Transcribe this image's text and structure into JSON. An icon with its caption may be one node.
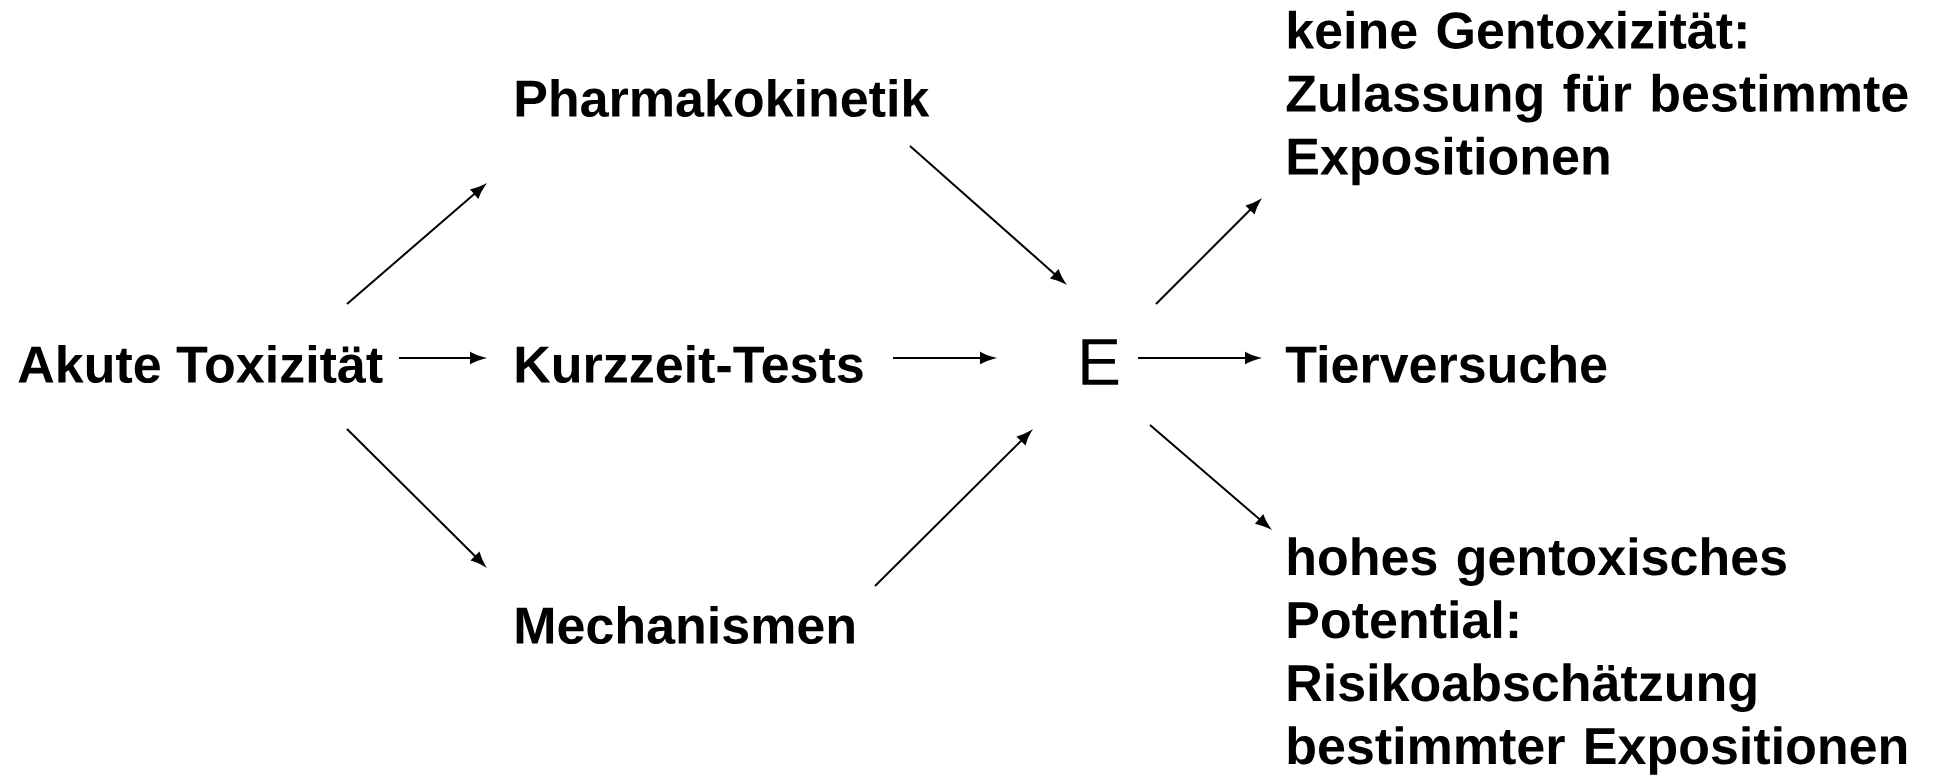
{
  "diagram": {
    "nodes": [
      {
        "text": [
          "Akute Toxizität"
        ]
      },
      {
        "text": [
          "Pharmakokinetik"
        ]
      },
      {
        "text": [
          "Kurzzeit-Tests"
        ]
      },
      {
        "text": [
          "Mechanismen"
        ]
      },
      {
        "text": [
          "E"
        ]
      },
      {
        "text": [
          "keine Gentoxizität: Zulassung für bestimmte Expositionen"
        ]
      },
      {
        "text": [
          "Tierversuche"
        ]
      },
      {
        "text": [
          "hohes gentoxisches Potential: Risikoabschätzung bestimmter Expositionen"
        ]
      }
    ],
    "edges": [
      {
        "from": 0,
        "to": 1,
        "arrow": "to"
      },
      {
        "from": 0,
        "to": 2,
        "arrow": "to"
      },
      {
        "from": 0,
        "to": 3,
        "arrow": "to"
      },
      {
        "from": 1,
        "to": 4,
        "arrow": "to"
      },
      {
        "from": 2,
        "to": 4,
        "arrow": "to"
      },
      {
        "from": 3,
        "to": 4,
        "arrow": "to"
      },
      {
        "from": 4,
        "to": 5,
        "arrow": "to"
      },
      {
        "from": 4,
        "to": 6,
        "arrow": "to"
      },
      {
        "from": 4,
        "to": 7,
        "arrow": "to"
      }
    ]
  }
}
